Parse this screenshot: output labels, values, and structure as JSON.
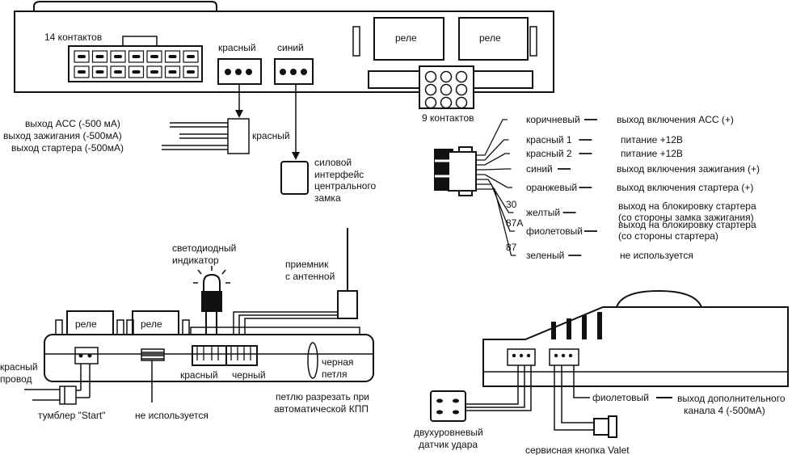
{
  "main_unit": {
    "connector_14_label": "14 контактов",
    "connector_red_label": "красный",
    "connector_blue_label": "синий",
    "relay_left": "реле",
    "relay_right": "реле",
    "connector_9_label": "9 контактов"
  },
  "acc_outputs": {
    "lines": [
      "выход ACC (-500 мА)",
      "выход зажигания (-500мА)",
      "выход стартера (-500мА)"
    ],
    "connector_label": "красный"
  },
  "central_lock": {
    "label_lines": [
      "силовой",
      "интерфейс",
      "центрального",
      "замка"
    ]
  },
  "nine_pin_wires": [
    {
      "pin": "",
      "color": "коричневый",
      "function": [
        "выход включения ACC (+)"
      ]
    },
    {
      "pin": "",
      "color": "красный 1",
      "function": [
        "питание +12В"
      ]
    },
    {
      "pin": "",
      "color": "красный 2",
      "function": [
        "питание +12В"
      ]
    },
    {
      "pin": "",
      "color": "синий",
      "function": [
        "выход включения зажигания (+)"
      ]
    },
    {
      "pin": "",
      "color": "оранжевый",
      "function": [
        "выход включения стартера (+)"
      ]
    },
    {
      "pin": "30",
      "color": "желтый",
      "function": [
        "выход на блокировку стартера",
        "(со стороны замка зажигания)"
      ]
    },
    {
      "pin": "87A",
      "color": "фиолетовый",
      "function": [
        "выход на блокировку стартера",
        "(со стороны стартера)"
      ]
    },
    {
      "pin": "87",
      "color": "зеленый",
      "function": [
        "не используется"
      ]
    }
  ],
  "lower_unit": {
    "led_label": [
      "светодиодный",
      "индикатор"
    ],
    "receiver_label": [
      "приемник",
      "с антенной"
    ],
    "relay_left": "реле",
    "relay_right": "реле",
    "red_wire_label": [
      "красный",
      "провод"
    ],
    "toggle_label": "тумблер \"Start\"",
    "unused_label": "не используется",
    "connector_red": "красный",
    "connector_black": "черный",
    "black_loop_label": [
      "черная",
      "петля"
    ],
    "cut_loop_note": [
      "петлю разрезать при",
      "автоматической КПП"
    ]
  },
  "siren_unit": {
    "violet_wire": "фиолетовый",
    "aux_output": [
      "выход дополнительного",
      "канала 4 (-500мА)"
    ],
    "shock_sensor": [
      "двухуровневый",
      "датчик удара"
    ],
    "valet_button": "сервисная кнопка Valet"
  }
}
